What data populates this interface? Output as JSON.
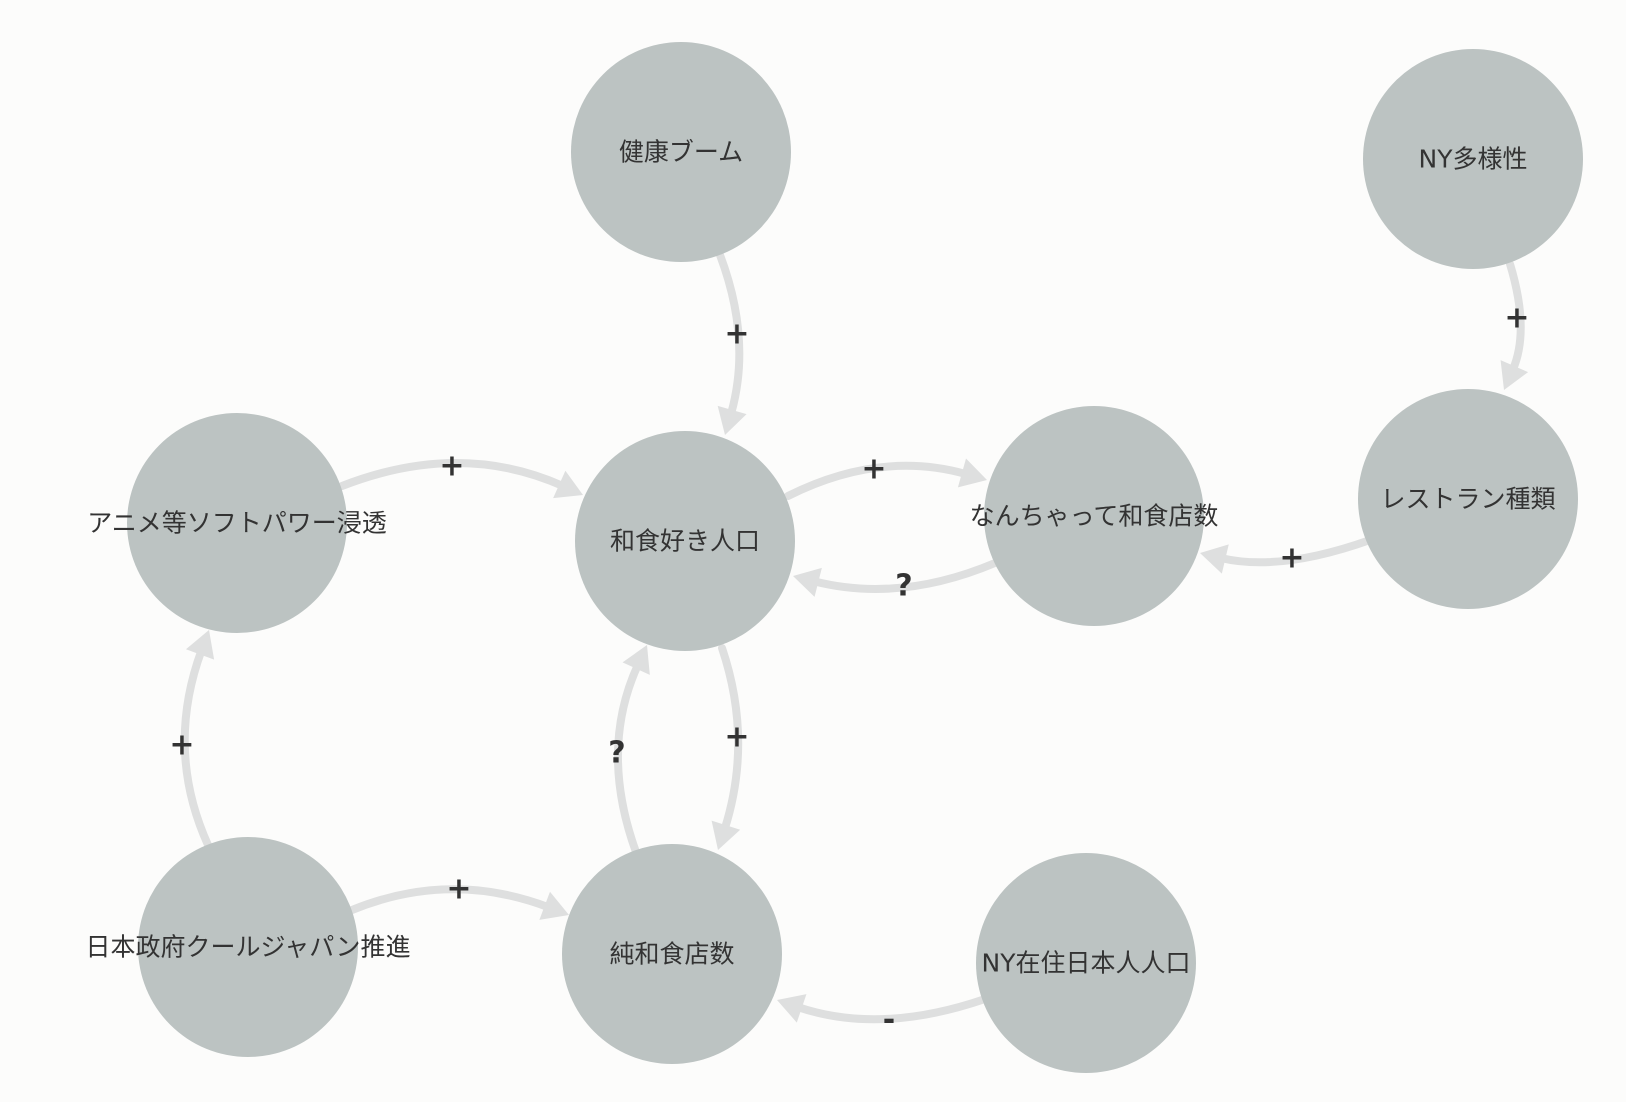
{
  "colors": {
    "background": "#fcfcfb",
    "node_fill": "#bcc3c2",
    "edge": "#dedfdf",
    "text": "#333333"
  },
  "nodes": [
    {
      "id": "health",
      "label": "健康ブーム"
    },
    {
      "id": "ny_diversity",
      "label": "NY多様性"
    },
    {
      "id": "anime",
      "label": "アニメ等ソフトパワー浸透"
    },
    {
      "id": "washoku_fans",
      "label": "和食好き人口"
    },
    {
      "id": "nanchatte",
      "label": "なんちゃって和食店数"
    },
    {
      "id": "restaurant_types",
      "label": "レストラン種類"
    },
    {
      "id": "cool_japan",
      "label": "日本政府クールジャパン推進"
    },
    {
      "id": "pure_washoku",
      "label": "純和食店数"
    },
    {
      "id": "ny_japanese",
      "label": "NY在住日本人人口"
    }
  ],
  "edges": [
    {
      "from": "health",
      "to": "washoku_fans",
      "sign": "+"
    },
    {
      "from": "ny_diversity",
      "to": "restaurant_types",
      "sign": "+"
    },
    {
      "from": "anime",
      "to": "washoku_fans",
      "sign": "+"
    },
    {
      "from": "washoku_fans",
      "to": "nanchatte",
      "sign": "+"
    },
    {
      "from": "nanchatte",
      "to": "washoku_fans",
      "sign": "?"
    },
    {
      "from": "restaurant_types",
      "to": "nanchatte",
      "sign": "+"
    },
    {
      "from": "cool_japan",
      "to": "anime",
      "sign": "+"
    },
    {
      "from": "cool_japan",
      "to": "pure_washoku",
      "sign": "+"
    },
    {
      "from": "washoku_fans",
      "to": "pure_washoku",
      "sign": "+"
    },
    {
      "from": "pure_washoku",
      "to": "washoku_fans",
      "sign": "?"
    },
    {
      "from": "ny_japanese",
      "to": "pure_washoku",
      "sign": "-"
    }
  ]
}
